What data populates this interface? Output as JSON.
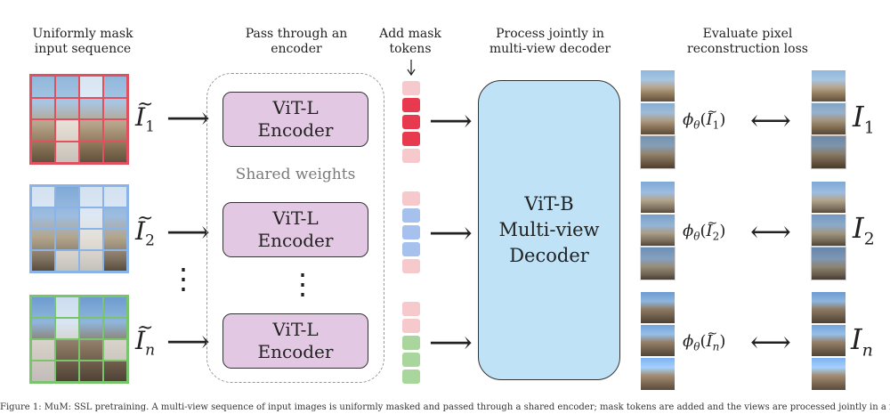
{
  "headers": {
    "mask": "Uniformly mask\ninput sequence",
    "encoder": "Pass through an\nencoder",
    "tokens": "Add mask\ntokens",
    "decoder": "Process jointly in\nmulti-view decoder",
    "loss": "Evaluate pixel\nreconstruction loss"
  },
  "inputs": [
    {
      "base": "I",
      "sub": "1",
      "color": "#e0505e"
    },
    {
      "base": "I",
      "sub": "2",
      "color": "#8ab4e8"
    },
    {
      "base": "I",
      "sub": "n",
      "color": "#7ac46e"
    }
  ],
  "encoder": {
    "line1": "ViT-L",
    "line2": "Encoder",
    "shared_label": "Shared weights",
    "vdots": "⋮"
  },
  "decoder": {
    "line1": "ViT-B",
    "line2": "Multi-view",
    "line3": "Decoder"
  },
  "outputs": [
    {
      "phi": "ϕ",
      "theta": "θ",
      "arg": "I",
      "sub": "1",
      "target": "I",
      "target_sub": "1"
    },
    {
      "phi": "ϕ",
      "theta": "θ",
      "arg": "I",
      "sub": "2",
      "target": "I",
      "target_sub": "2"
    },
    {
      "phi": "ϕ",
      "theta": "θ",
      "arg": "I",
      "sub": "n",
      "target": "I",
      "target_sub": "n"
    }
  ],
  "symbols": {
    "arrow": "⟶",
    "double_arrow": "⟷",
    "vdots": "⋮"
  },
  "colors": {
    "red": "#e0505e",
    "red_light": "#f6c9cd",
    "red_strong": "#e83a4f",
    "blue": "#8ab4e8",
    "blue_light": "#f6c9cd",
    "blue_strong": "#a6c1ee",
    "green": "#7ac46e",
    "green_light": "#f6c9cd",
    "green_strong": "#a9d69c",
    "encoder_fill": "#e2c8e3",
    "decoder_fill": "#bfe2f7"
  },
  "caption": "Figure 1: MuM: SSL pretraining. A multi-view sequence of input images is uniformly masked and passed through a shared encoder; mask tokens are added and the views are processed jointly in a multi-view decoder."
}
